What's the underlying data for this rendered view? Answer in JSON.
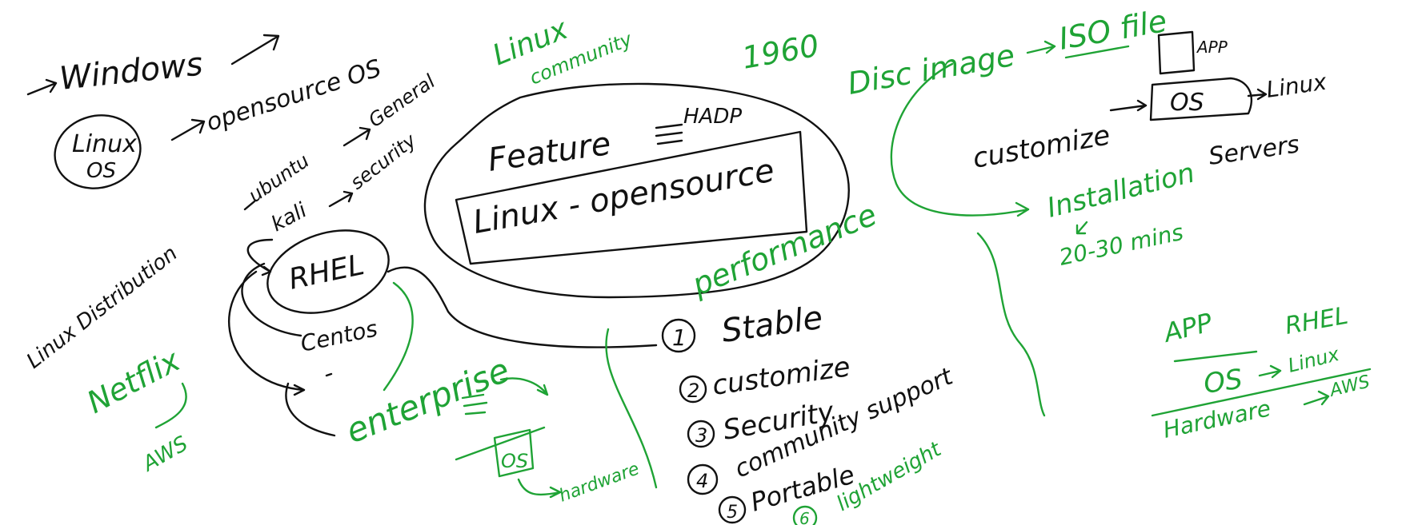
{
  "colors": {
    "ink_black": "#111111",
    "ink_green": "#1fa335",
    "background": "#ffffff"
  },
  "notes": {
    "windows": "Windows",
    "opensource_os": "opensource OS",
    "linux_os_line1": "Linux",
    "linux_os_line2": "OS",
    "linux_community_line1": "Linux",
    "linux_community_line2": "community",
    "year": "1960",
    "ubuntu": "ubuntu",
    "general": "General",
    "kali": "kali",
    "security": "security",
    "linux_distribution": "Linux Distribution",
    "rhel": "RHEL",
    "centos": "Centos",
    "netflix": "Netflix",
    "aws_left": "AWS",
    "enterprise": "enterprise",
    "os_box": "OS",
    "hardware_mid": "hardware",
    "feature": "Feature",
    "hadp": "HADP",
    "linux_opensource": "Linux - opensource",
    "performance": "performance",
    "list": {
      "n1": "1",
      "t1": "Stable",
      "n2": "2",
      "t2": "customize",
      "n3": "3",
      "t3": "Security",
      "n4": "4",
      "t4": "community support",
      "n5": "5",
      "t5": "Portable",
      "n6": "6",
      "t6": "lightweight"
    },
    "disc_image": "Disc image",
    "iso_file": "ISO file",
    "app_top": "APP",
    "os_top": "OS",
    "linux_top": "Linux",
    "customize": "customize",
    "servers": "Servers",
    "installation": "Installation",
    "time": "20-30 mins",
    "app_right": "APP",
    "rhel_right": "RHEL",
    "os_right": "OS",
    "linux_right": "Linux",
    "hardware_right": "Hardware",
    "aws_right": "AWS"
  }
}
